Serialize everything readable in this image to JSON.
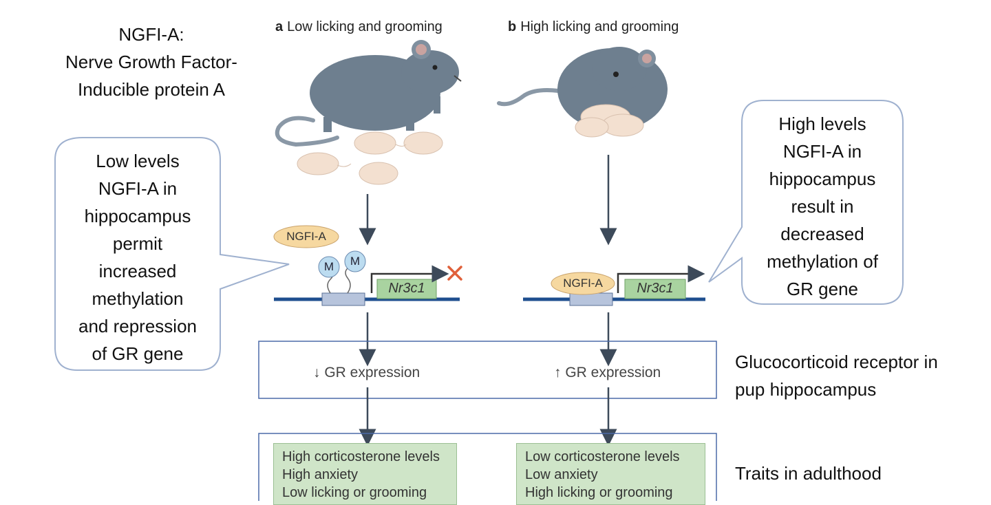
{
  "definition": {
    "lines": [
      "NGFI-A:",
      "Nerve Growth Factor-",
      "Inducible protein A"
    ]
  },
  "panel_a": {
    "letter": "a",
    "title": "Low licking and grooming",
    "callout_lines": [
      "Low levels",
      "NGFI-A in",
      "hippocampus",
      "permit",
      "increased",
      "methylation",
      "and repression",
      "of GR gene"
    ],
    "ngfi_label": "NGFI-A",
    "methyl_labels": [
      "M",
      "M"
    ],
    "gene_label": "Nr3c1",
    "expression": "↓ GR expression",
    "traits": [
      "High corticosterone levels",
      "High anxiety",
      "Low licking or grooming"
    ]
  },
  "panel_b": {
    "letter": "b",
    "title": "High licking and grooming",
    "callout_lines": [
      "High levels",
      "NGFI-A in",
      "hippocampus",
      "result in",
      "decreased",
      "methylation of",
      "GR gene"
    ],
    "ngfi_label": "NGFI-A",
    "gene_label": "Nr3c1",
    "expression": "↑ GR expression",
    "traits": [
      "Low corticosterone levels",
      "Low anxiety",
      "High licking or grooming"
    ]
  },
  "row_labels": {
    "expression_lines": [
      "Glucocorticoid receptor in",
      "pup hippocampus"
    ],
    "traits": "Traits in adulthood"
  },
  "colors": {
    "rat": "#6e7f8f",
    "pup": "#f3e0d0",
    "dna": "#1f4f8f",
    "gene_box": "#a9d3a0",
    "ngfi": "#f6d8a0",
    "methyl": "#bcdcf0",
    "frame": "#4b6aa8",
    "cross": "#e0603a"
  }
}
